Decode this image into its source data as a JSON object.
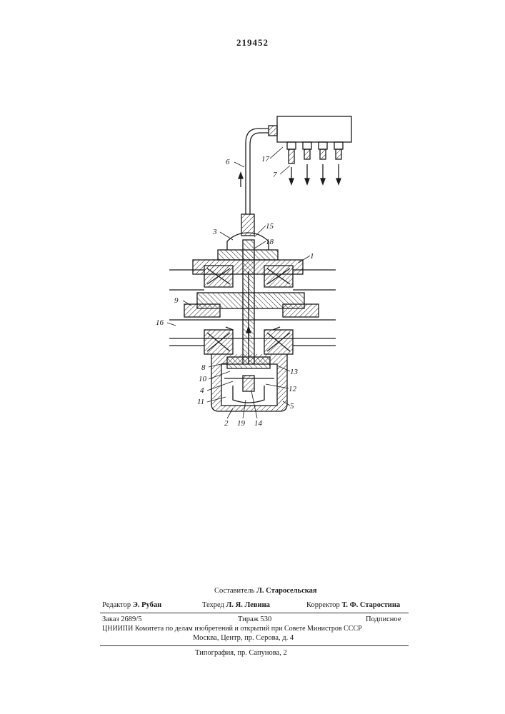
{
  "document": {
    "patent_number": "219452"
  },
  "figure": {
    "labels": {
      "l1": "1",
      "l2": "2",
      "l3": "3",
      "l4": "4",
      "l5": "5",
      "l6": "6",
      "l7": "7",
      "l8": "8",
      "l9": "9",
      "l10": "10",
      "l11": "11",
      "l12": "12",
      "l13": "13",
      "l14": "14",
      "l15": "15",
      "l16": "16",
      "l17": "17",
      "l18": "18",
      "l19": "19"
    }
  },
  "imprint": {
    "compiler_role": "Составитель",
    "compiler_name": "Л. Старосельская",
    "editor_role": "Редактор",
    "editor_name": "Э. Рубан",
    "techred_role": "Техред",
    "techred_name": "Л. Я. Левина",
    "corrector_role": "Корректор",
    "corrector_name": "Т. Ф. Старостина",
    "order": "Заказ 2689/5",
    "circulation": "Тираж 530",
    "subscription": "Подписное",
    "institute_line1": "ЦНИИПИ Комитета по делам изобретений и открытий при Совете Министров СССР",
    "institute_line2": "Москва, Центр, пр. Серова, д. 4",
    "printer": "Типография, пр. Сапунова, 2"
  }
}
